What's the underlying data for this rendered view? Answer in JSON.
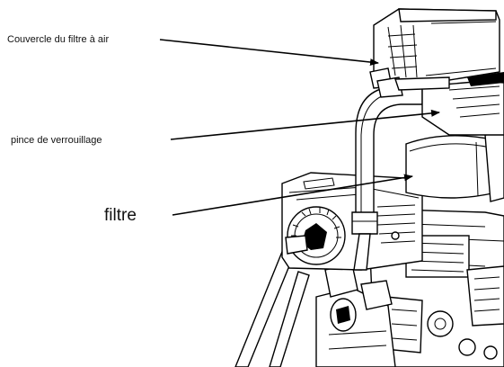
{
  "labels": {
    "cover": "Couvercle du filtre à air",
    "clip": "pince de verrouillage",
    "filter": "filtre"
  },
  "colors": {
    "background": "#ffffff",
    "ink": "#000000"
  }
}
